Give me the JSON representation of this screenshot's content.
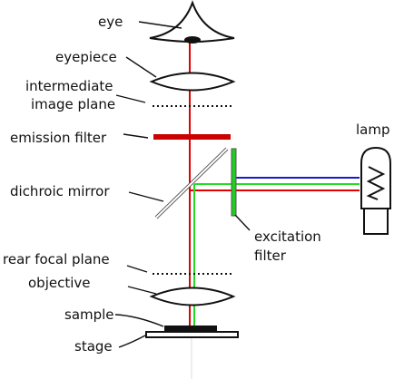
{
  "labels": {
    "eye": "eye",
    "eyepiece": "eyepiece",
    "intermediate_line1": "intermediate",
    "intermediate_line2": "image plane",
    "emission_filter": "emission filter",
    "lamp": "lamp",
    "dichroic_mirror": "dichroic mirror",
    "excitation_line1": "excitation",
    "excitation_line2": "filter",
    "rear_focal_plane": "rear focal plane",
    "objective": "objective",
    "sample": "sample",
    "stage": "stage"
  },
  "colors": {
    "red_beam": "#e00000",
    "green_beam": "#22dd22",
    "blue_beam": "#1a1acc",
    "emission_filter": "#cc0000",
    "excitation_filter": "#22cc22",
    "mirror": "#888888",
    "outline": "#111111"
  }
}
